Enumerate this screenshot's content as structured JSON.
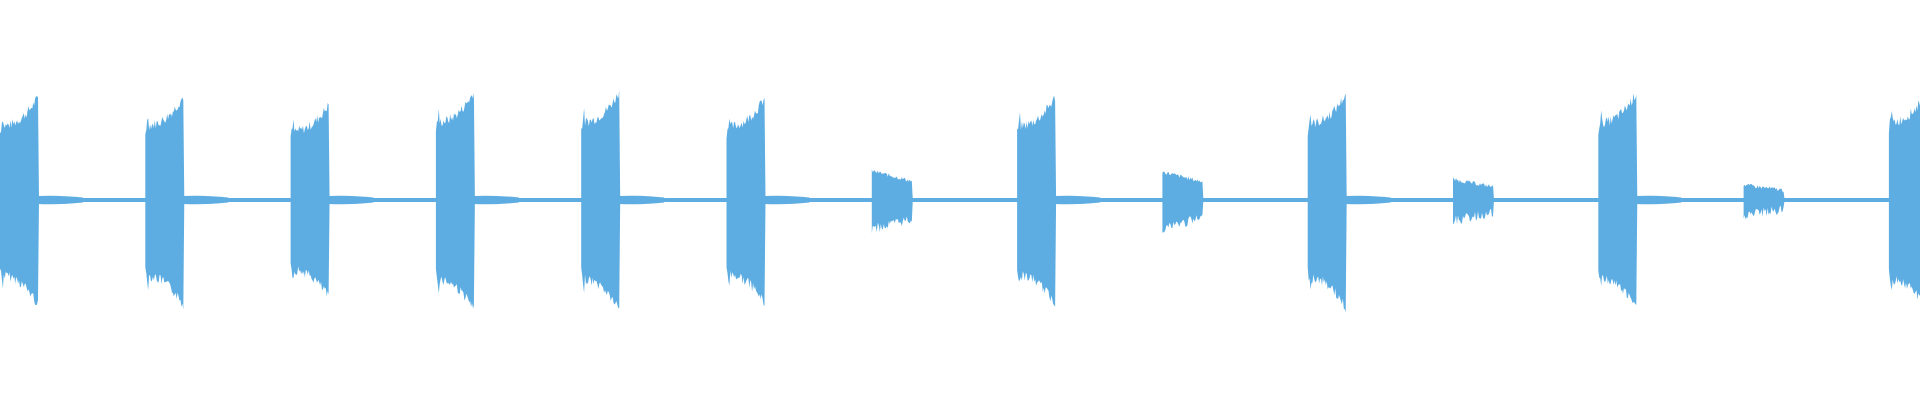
{
  "waveform": {
    "color": "#5dade2",
    "background": "#ffffff",
    "bursts": [
      {
        "kind": "loud",
        "amp": 0.95
      },
      {
        "kind": "loud",
        "amp": 0.96
      },
      {
        "kind": "loud",
        "amp": 0.88
      },
      {
        "kind": "loud",
        "amp": 1.0
      },
      {
        "kind": "loud",
        "amp": 1.0
      },
      {
        "kind": "loud",
        "amp": 0.94
      },
      {
        "kind": "quiet",
        "amp": 0.27
      },
      {
        "kind": "loud",
        "amp": 0.95
      },
      {
        "kind": "quiet",
        "amp": 0.26
      },
      {
        "kind": "loud",
        "amp": 0.98
      },
      {
        "kind": "quiet",
        "amp": 0.19
      },
      {
        "kind": "loud",
        "amp": 0.99
      },
      {
        "kind": "quiet",
        "amp": 0.14
      },
      {
        "kind": "loud",
        "amp": 1.0
      }
    ]
  }
}
